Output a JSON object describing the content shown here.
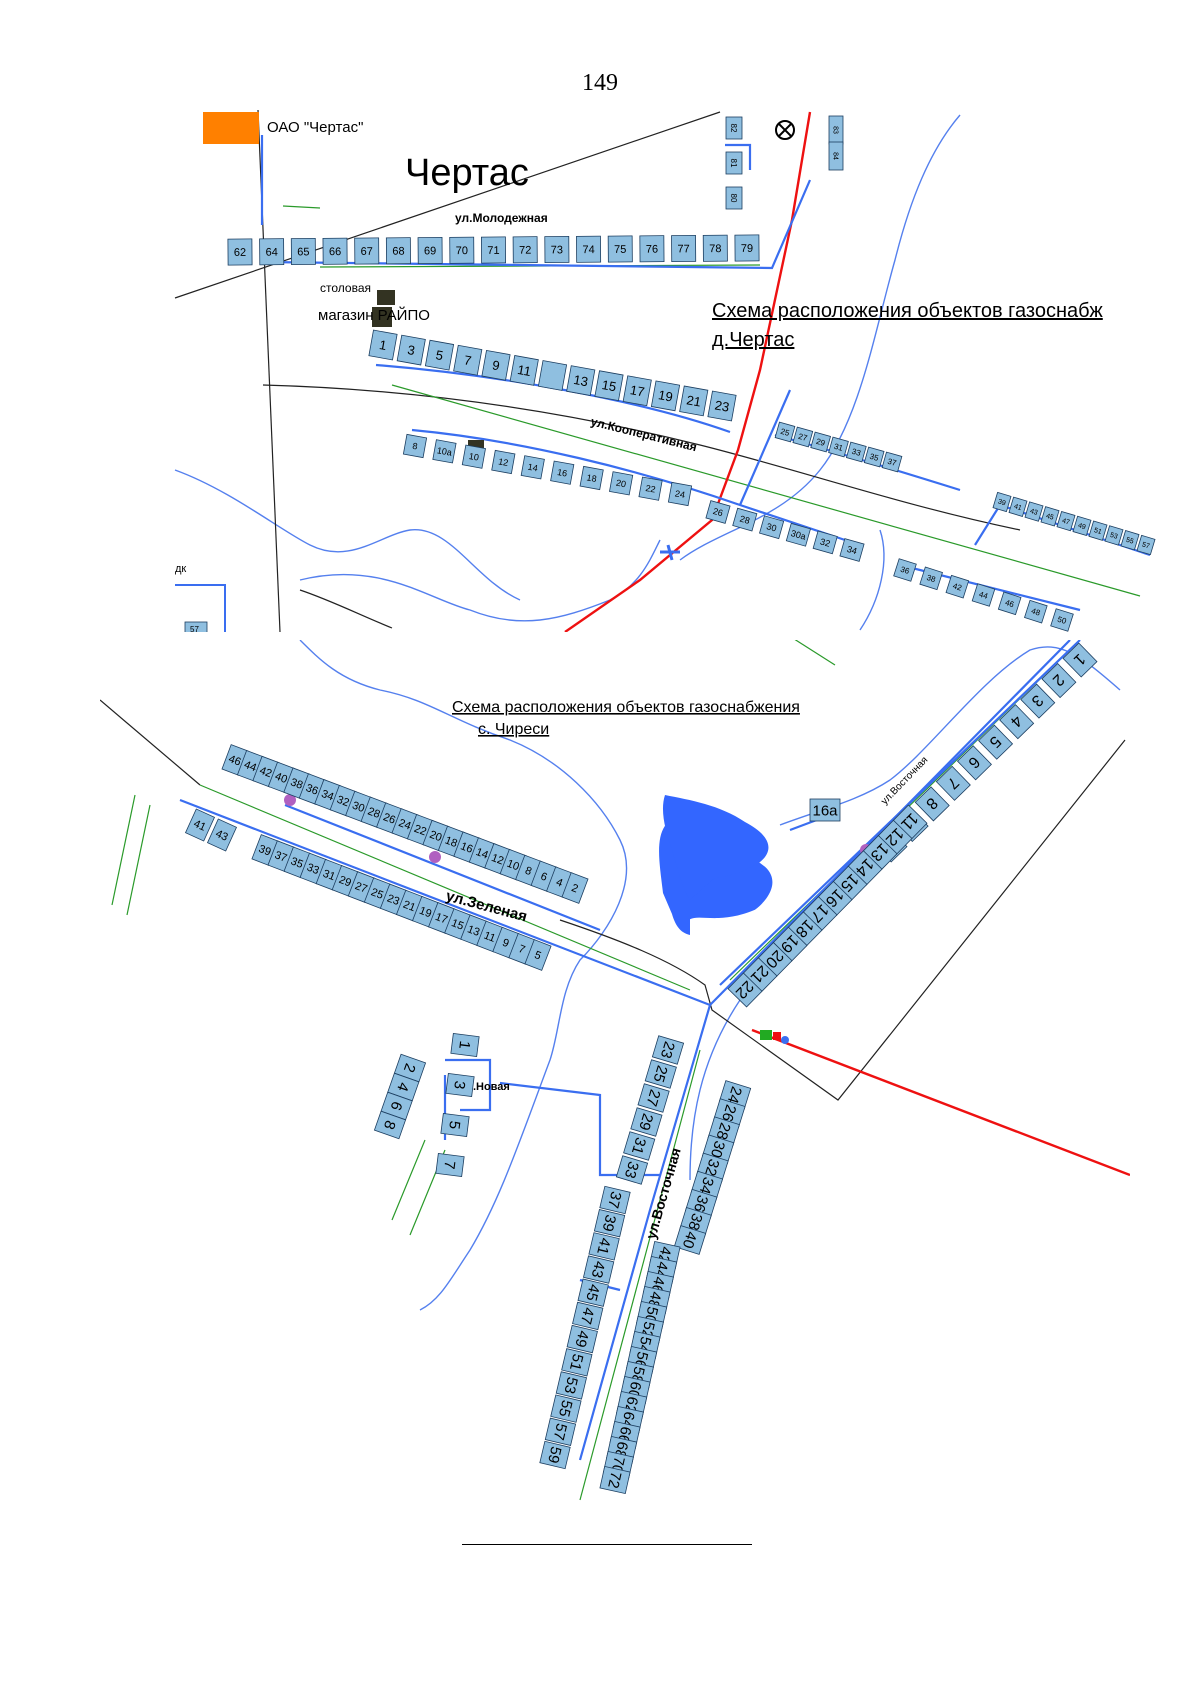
{
  "page": {
    "number": "149"
  },
  "colors": {
    "house_fill": "#8fbfe0",
    "house_stroke": "#1c3e60",
    "gas_pipe": "#3a6ef0",
    "high_pressure_pipe": "#ee1111",
    "road": "#222222",
    "green_line": "#2a9a2a",
    "water": "#3366ff",
    "river": "#5580ee",
    "industrial": "#ff8000",
    "commercial": "#333322"
  },
  "chertas": {
    "settlement_name": "Чертас",
    "company_label": "ОАО \"Чертас\"",
    "title_line1": "Схема расположения объектов газоснабж",
    "title_line2": "д.Чертас",
    "streets": {
      "molodezhnaya": "ул.Молодежная",
      "kooperativnaya": "ул.Кооперативная"
    },
    "stolovaya": "столовая",
    "magazin": "магазин РАЙПО",
    "dk": "дк",
    "row_molodezhnaya": [
      "62",
      "64",
      "65",
      "66",
      "67",
      "68",
      "69",
      "70",
      "71",
      "72",
      "73",
      "74",
      "75",
      "76",
      "77",
      "78",
      "79"
    ],
    "row_north": [
      "82",
      "81",
      "80"
    ],
    "row_ne": [
      "83",
      "84"
    ],
    "row_coop_north": [
      "1",
      "3",
      "5",
      "7",
      "9",
      "11",
      "",
      "13",
      "15",
      "17",
      "19",
      "21",
      "23"
    ],
    "row_coop_south": [
      "8",
      "10а",
      "10",
      "12",
      "14",
      "16",
      "18",
      "20",
      "22",
      "24"
    ],
    "row_east_upper": [
      "25",
      "27",
      "29",
      "31",
      "33",
      "35",
      "37"
    ],
    "row_east_lower": [
      "26",
      "28",
      "30",
      "30а",
      "32",
      "34"
    ],
    "row_far_east": [
      "39",
      "41",
      "43",
      "45",
      "47",
      "49",
      "51",
      "53",
      "55",
      "57"
    ],
    "row_far_east_south": [
      "36",
      "38",
      "42",
      "44",
      "46",
      "48",
      "50"
    ],
    "left_house": "57"
  },
  "chiresi": {
    "title_line1": "Схема расположения объектов газоснабжения",
    "title_line2": "с. Чиреси",
    "streets": {
      "zelenaya": "ул.Зеленая",
      "vostochnaya": "ул.Восточная",
      "novaya": "ул.Новая"
    },
    "zelenaya_north": [
      "46",
      "44",
      "42",
      "40",
      "38",
      "36",
      "34",
      "32",
      "30",
      "28",
      "26",
      "24",
      "22",
      "20",
      "18",
      "16",
      "14",
      "12",
      "10",
      "8",
      "6",
      "4",
      "2"
    ],
    "zelenaya_south": [
      "39",
      "37",
      "35",
      "33",
      "31",
      "29",
      "27",
      "25",
      "23",
      "21",
      "19",
      "17",
      "15",
      "13",
      "11",
      "9",
      "7",
      "5"
    ],
    "zelenaya_west": [
      "41",
      "43"
    ],
    "vost_ne_outer": [
      "1",
      "2",
      "3",
      "4",
      "5",
      "6",
      "7",
      "8",
      "9",
      "10"
    ],
    "vost_ne_inner": [
      "11",
      "12",
      "13",
      "14",
      "15",
      "16",
      "17",
      "18",
      "19",
      "20",
      "21",
      "22"
    ],
    "vost_16a": "16а",
    "vost_s_west": [
      "23",
      "25",
      "27",
      "29",
      "31",
      "33"
    ],
    "vost_s_east": [
      "24",
      "26",
      "28",
      "30",
      "32",
      "34",
      "36",
      "38",
      "40"
    ],
    "vost_far_west": [
      "37",
      "39",
      "41",
      "43",
      "45",
      "47",
      "49",
      "51",
      "53",
      "55",
      "57",
      "59"
    ],
    "vost_far_east": [
      "42",
      "44",
      "46",
      "48",
      "50",
      "52",
      "54",
      "56",
      "58",
      "60",
      "62",
      "64",
      "66",
      "68",
      "70",
      "72"
    ],
    "novaya_left": [
      "2",
      "4",
      "6",
      "8"
    ],
    "novaya_right": [
      "1",
      "3",
      "5",
      "7"
    ]
  }
}
